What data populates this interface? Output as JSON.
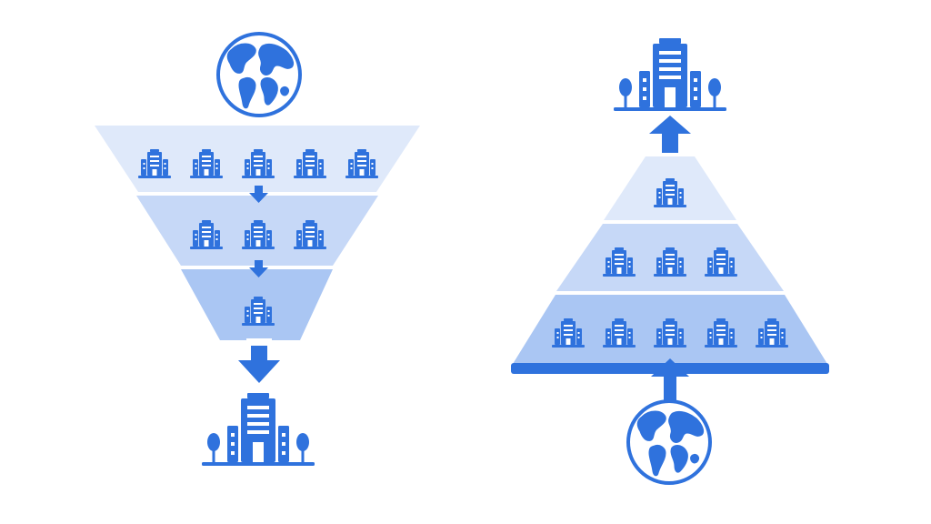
{
  "colors": {
    "primary": "#2f72dd",
    "primary_dark": "#1d5fcc",
    "band_light": "#dfe9fa",
    "band_mid": "#c6d8f7",
    "band_strong": "#aac6f3",
    "band_base": "#8fb3ee",
    "background": "#ffffff"
  },
  "icons": {
    "globe": "globe-icon",
    "building": "office-building-icon",
    "headquarters": "headquarters-building-icon",
    "arrow": "arrow-icon"
  },
  "funnel": {
    "tiers": [
      {
        "building_count": 5
      },
      {
        "building_count": 3
      },
      {
        "building_count": 1
      }
    ]
  },
  "pyramid": {
    "tiers": [
      {
        "building_count": 1
      },
      {
        "building_count": 3
      },
      {
        "building_count": 5
      }
    ]
  }
}
